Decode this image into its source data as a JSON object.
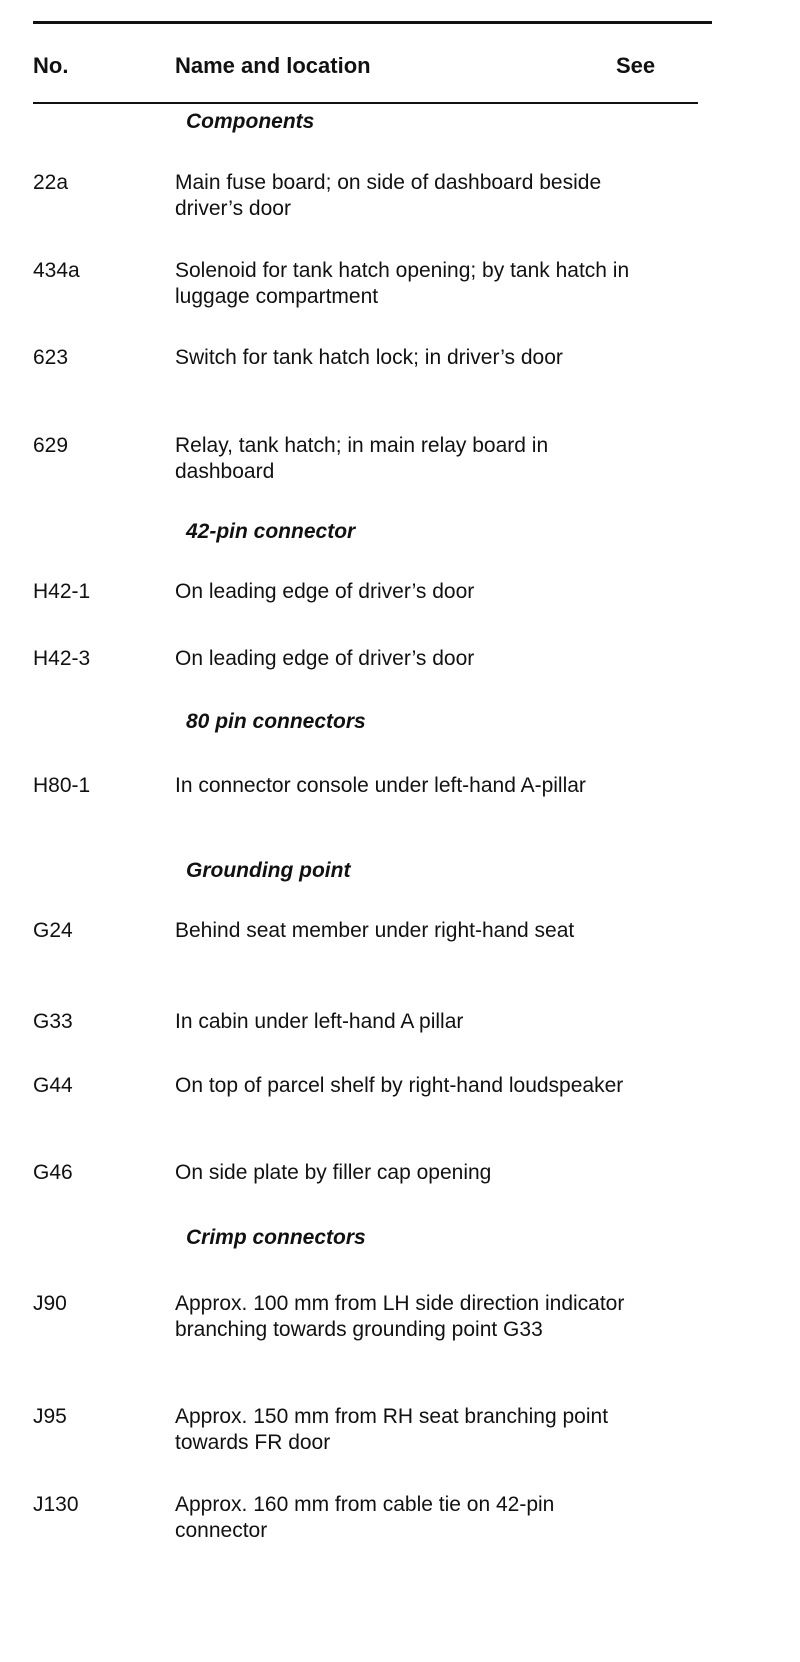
{
  "table": {
    "headers": {
      "no": "No.",
      "name": "Name and location",
      "see": "See"
    },
    "sections": [
      {
        "title": "Components",
        "rows": [
          {
            "no": "22a",
            "desc": "Main fuse board; on side of dashboard beside driver’s door"
          },
          {
            "no": "434a",
            "desc": "Solenoid for tank hatch opening; by tank hatch in luggage compartment"
          },
          {
            "no": "623",
            "desc": "Switch for tank hatch lock; in driver’s door"
          },
          {
            "no": "629",
            "desc": "Relay, tank hatch; in main relay board in dashboard"
          }
        ]
      },
      {
        "title": "42-pin connector",
        "rows": [
          {
            "no": "H42-1",
            "desc": "On leading edge of driver’s door"
          },
          {
            "no": "H42-3",
            "desc": "On leading edge of driver’s door"
          }
        ]
      },
      {
        "title": "80 pin connectors",
        "rows": [
          {
            "no": "H80-1",
            "desc": "In connector console under left-hand A-pillar"
          }
        ]
      },
      {
        "title": "Grounding point",
        "rows": [
          {
            "no": "G24",
            "desc": "Behind seat member under right-hand seat"
          },
          {
            "no": "G33",
            "desc": "In cabin under left-hand A pillar"
          },
          {
            "no": "G44",
            "desc": "On top of parcel shelf by right-hand loudspeaker"
          },
          {
            "no": "G46",
            "desc": "On side plate by filler cap opening"
          }
        ]
      },
      {
        "title": "Crimp connectors",
        "rows": [
          {
            "no": "J90",
            "desc": "Approx. 100 mm from LH side direction indicator branching towards grounding point G33"
          },
          {
            "no": "J95",
            "desc": "Approx. 150 mm from RH seat branching point towards FR door"
          },
          {
            "no": "J130",
            "desc": "Approx. 160 mm from cable tie on 42-pin connector"
          }
        ]
      }
    ]
  }
}
